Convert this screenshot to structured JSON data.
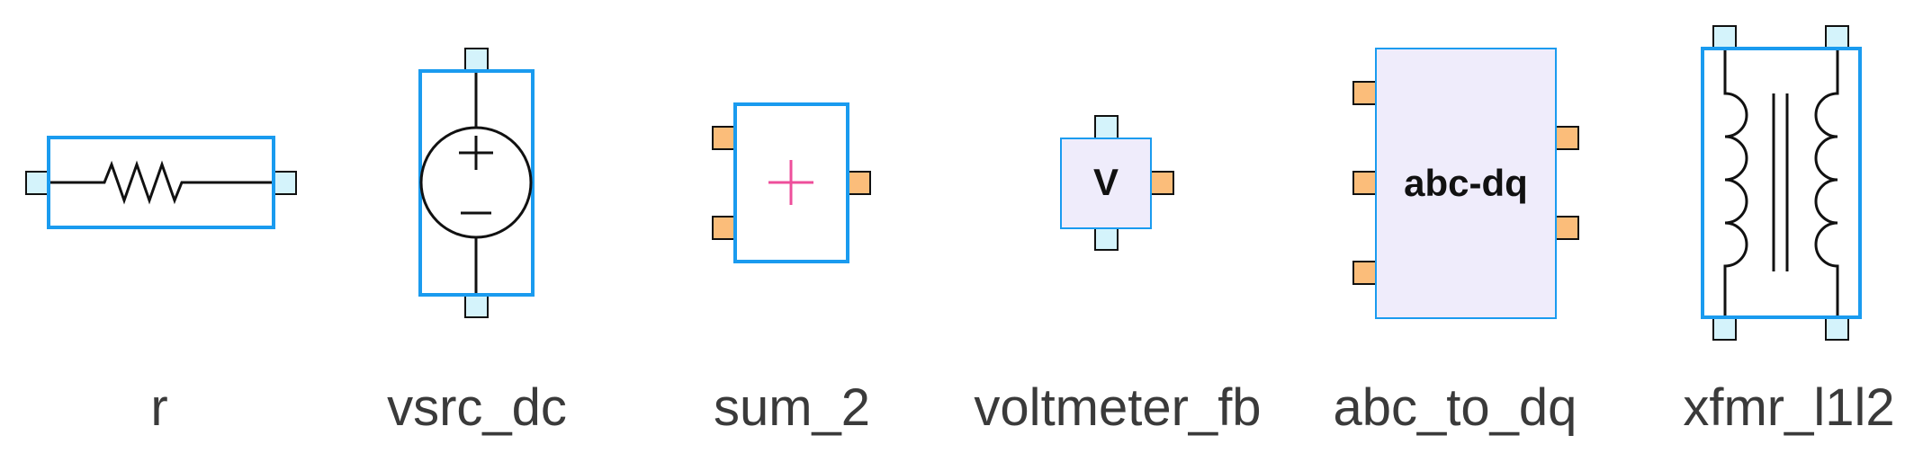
{
  "colors": {
    "block_border": "#1a9bef",
    "block_fill_white": "#ffffff",
    "block_fill_lavender": "#efecfb",
    "port_electrical": "#d4f3fb",
    "port_signal": "#fbbd7a",
    "symbol_stroke": "#111111",
    "sum_cross": "#ee4f9b",
    "caption_text": "#3a3a3a"
  },
  "blocks": [
    {
      "id": "r",
      "caption": "r",
      "symbol": "resistor-icon"
    },
    {
      "id": "vsrc_dc",
      "caption": "vsrc_dc",
      "symbol": "dc-voltage-source-icon",
      "plus": "+",
      "minus": "–"
    },
    {
      "id": "sum_2",
      "caption": "sum_2",
      "symbol": "plus-cross-icon"
    },
    {
      "id": "voltmeter_fb",
      "caption": "voltmeter_fb",
      "symbol": "voltmeter-icon",
      "label": "V"
    },
    {
      "id": "abc_to_dq",
      "caption": "abc_to_dq",
      "symbol": "transform-block-icon",
      "label": "abc-dq"
    },
    {
      "id": "xfmr_l1l2",
      "caption": "xfmr_l1l2",
      "symbol": "transformer-icon"
    }
  ]
}
